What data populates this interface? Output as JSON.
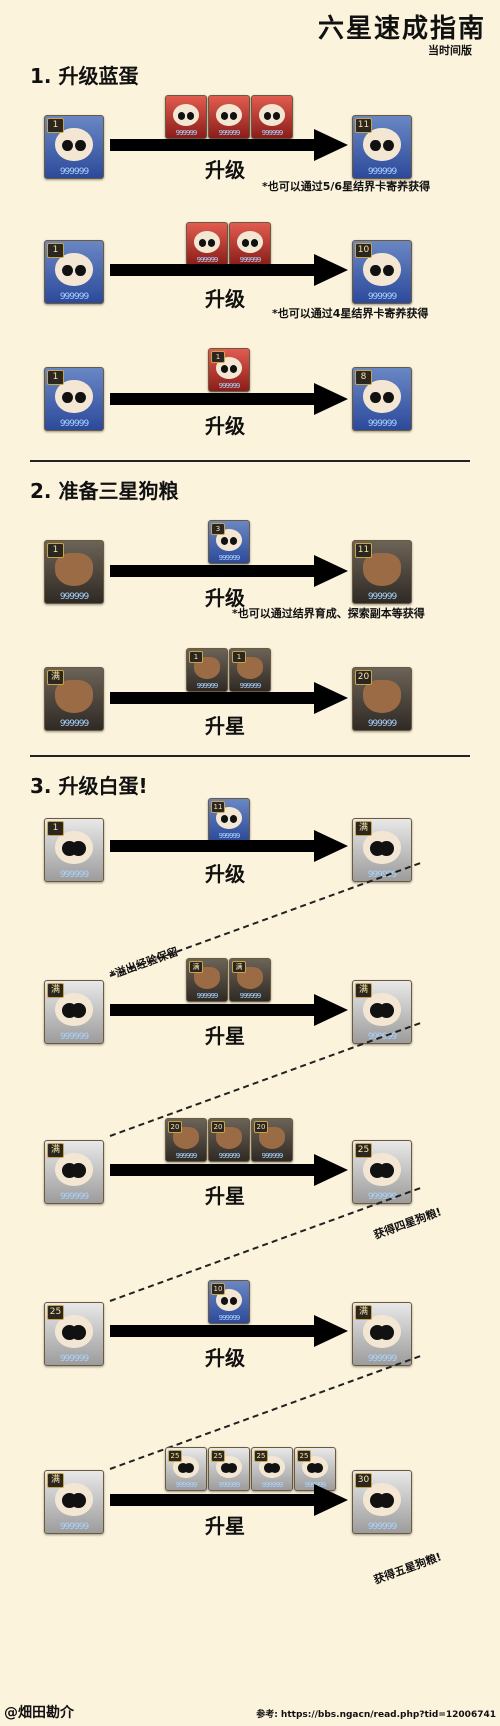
{
  "title": "六星速成指南",
  "subtitle": "当时间版",
  "sections": [
    {
      "label": "1. 升级蓝蛋"
    },
    {
      "label": "2. 准备三星狗粮"
    },
    {
      "label": "3. 升级白蛋!"
    }
  ],
  "actions": {
    "upgrade": "升级",
    "star_up": "升星"
  },
  "notes": {
    "n1": "*也可以通过5/6星结界卡寄养获得",
    "n2": "*也可以通过4星结界卡寄养获得",
    "n3": "*也可以通过结界育成、探索副本等获得",
    "overflow": "*溢出经验保留",
    "four_star": "获得四星狗粮!",
    "five_star": "获得五星狗粮!"
  },
  "levels": {
    "one": "1",
    "eleven": "11",
    "ten": "10",
    "eight": "8",
    "full": "满",
    "twenty": "20",
    "twenty_five": "25",
    "thirty": "30",
    "three": "3"
  },
  "stars": "999999",
  "footer": {
    "author": "@畑田勘介",
    "ref": "参考: https://bbs.ngacn/read.php?tid=12006741"
  },
  "colors": {
    "background": "#fbf3dc",
    "arrow": "#000000"
  }
}
